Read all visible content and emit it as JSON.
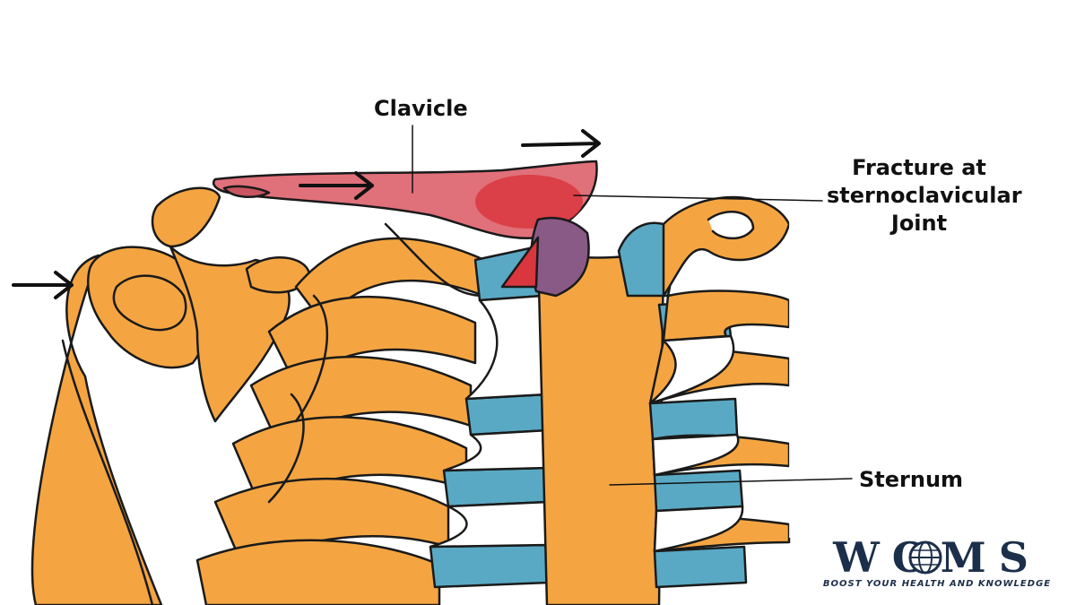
{
  "labels": {
    "clavicle": "Clavicle",
    "fracture_line1": "Fracture at",
    "fracture_line2": "sternoclavicular",
    "fracture_line3": "Joint",
    "sternum": "Sternum"
  },
  "logo": {
    "word": "WOMS",
    "tagline": "BOOST YOUR HEALTH AND KNOWLEDGE"
  },
  "colors": {
    "bone": "#f4a541",
    "cartilage": "#5aa9c4",
    "clavicle": "#e0707a",
    "fracture": "#d9363e",
    "outline": "#1a1a1a",
    "logo": "#1c2f4a"
  },
  "icons": [
    "arrow-right-icon",
    "globe-icon"
  ]
}
